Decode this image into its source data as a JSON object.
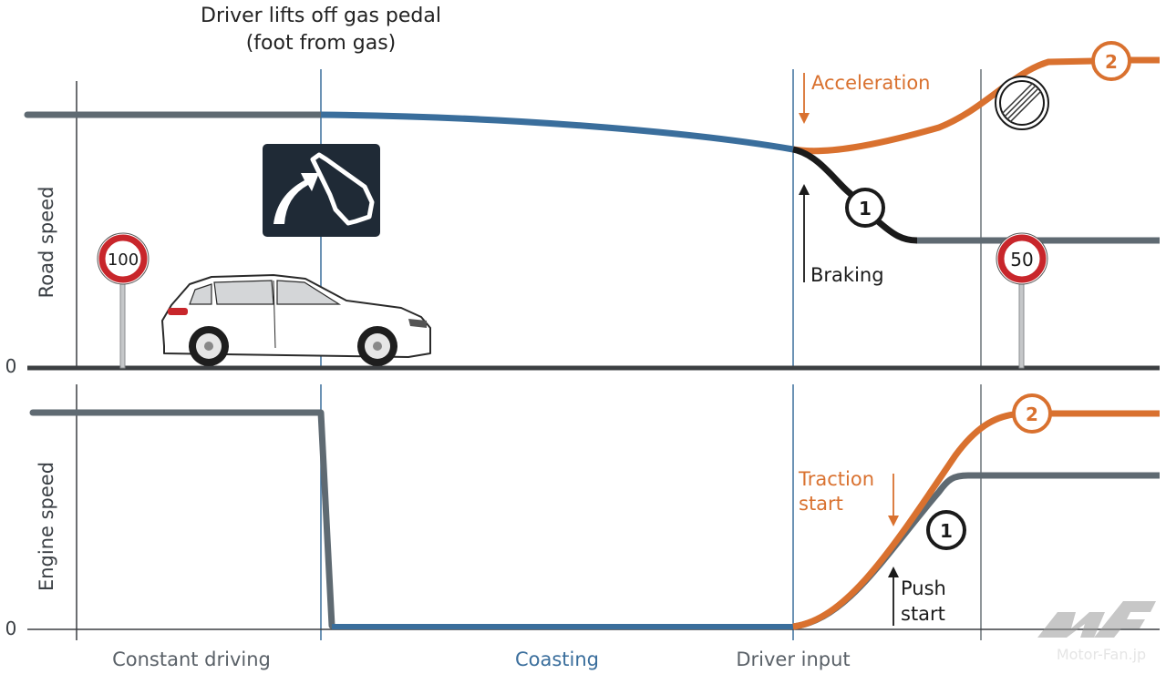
{
  "title": {
    "line1": "Driver lifts off gas pedal",
    "line2": "(foot from gas)"
  },
  "colors": {
    "grey": "#5f6a72",
    "blue": "#3a6e9c",
    "orange": "#d9712f",
    "black": "#1a1a1a",
    "axis_dark": "#3c3f42",
    "sign_red": "#c8262b",
    "sign_panel": "#1f2a36",
    "label_grey": "#5a6168"
  },
  "top_panel": {
    "y_label": "Road speed",
    "zero_label": "0",
    "annotations": {
      "acceleration": "Acceleration",
      "braking": "Braking"
    },
    "markers": {
      "one": "1",
      "two": "2"
    },
    "signs": {
      "speed_limit_start": "100",
      "speed_limit_end": "50",
      "end_of_restriction_icon": "end-of-restrictions-sign",
      "coasting_panel_icon": "coasting-indicator-sign"
    },
    "car_icon": "hatchback-car"
  },
  "bottom_panel": {
    "y_label": "Engine speed",
    "zero_label": "0",
    "annotations": {
      "traction_start_line1": "Traction",
      "traction_start_line2": "start",
      "push_start_line1": "Push",
      "push_start_line2": "start"
    },
    "markers": {
      "one": "1",
      "two": "2"
    }
  },
  "phases": {
    "constant": "Constant driving",
    "coasting": "Coasting",
    "driver_input": "Driver input"
  },
  "watermark": {
    "text": "Motor-Fan.jp"
  }
}
